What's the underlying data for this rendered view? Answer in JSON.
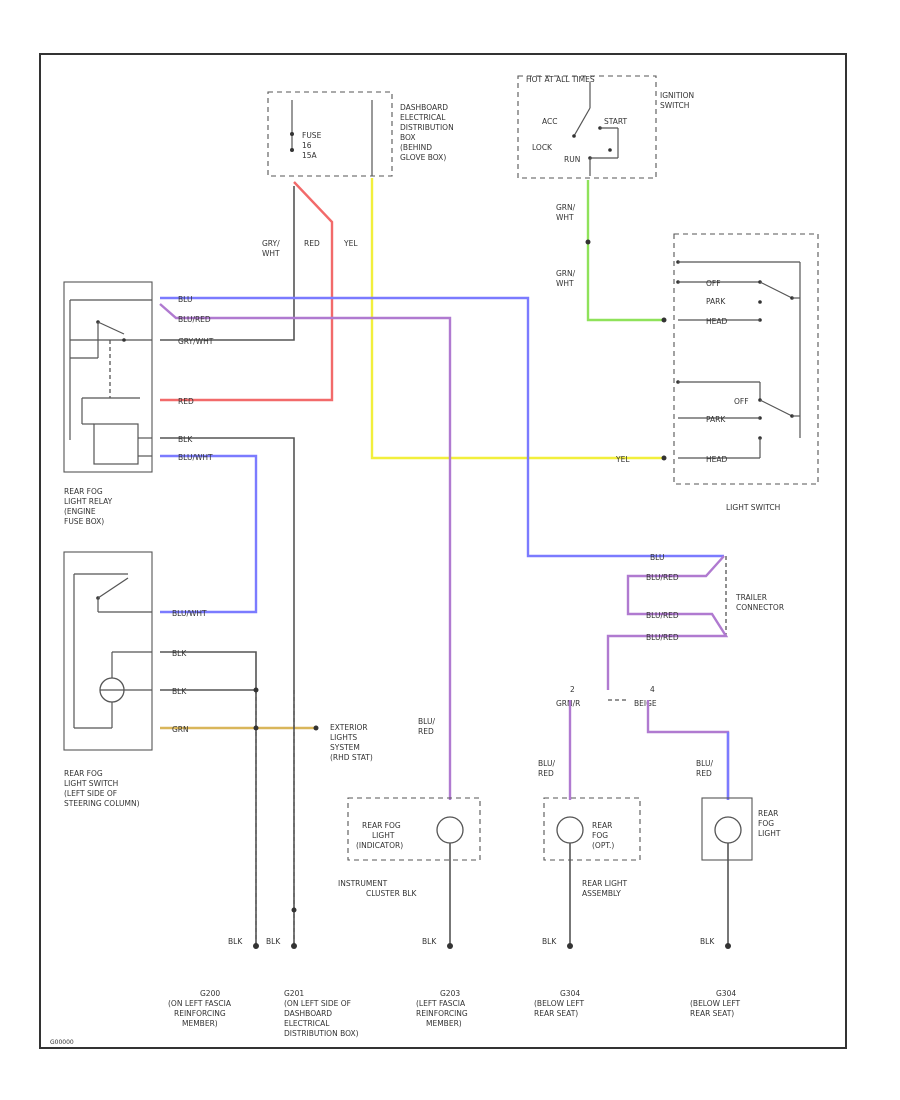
{
  "labels": {
    "dashboard_box": [
      "DASHBOARD",
      "ELECTRICAL",
      "DISTRIBUTION",
      "BOX",
      "(BEHIND",
      "GLOVE BOX)"
    ],
    "fuse": [
      "FUSE",
      "16",
      "15A"
    ],
    "hot_at_all_times": "HOT AT ALL TIMES",
    "ignition_switch": [
      "IGNITION",
      "SWITCH"
    ],
    "ign_pos": [
      "ACC",
      "LOCK",
      "RUN",
      "START"
    ],
    "wire_gry_wht": [
      "GRY/",
      "WHT"
    ],
    "wire_red": "RED",
    "wire_yel": "YEL",
    "wire_grn_wht_1": [
      "GRN/",
      "WHT"
    ],
    "wire_grn_wht_2": [
      "GRN/",
      "WHT"
    ],
    "light_switch_title": "LIGHT SWITCH",
    "ls_positions": [
      "OFF",
      "PARK",
      "HEAD",
      "OFF",
      "PARK",
      "HEAD"
    ],
    "relay_wires": [
      "BLU",
      "BLU/RED",
      "GRY/WHT",
      "RED",
      "BLK",
      "BLU/WHT"
    ],
    "relay_title": [
      "REAR FOG",
      "LIGHT RELAY",
      "(ENGINE",
      "FUSE BOX)"
    ],
    "fog_switch_wires": [
      "BLU/WHT",
      "BLK",
      "BLK",
      "GRN"
    ],
    "fog_switch_title": [
      "REAR FOG",
      "LIGHT SWITCH",
      "(LEFT SIDE OF",
      "STEERING COLUMN)"
    ],
    "exterior_lights": [
      "EXTERIOR",
      "LIGHTS",
      "SYSTEM",
      "(RHD STAT)"
    ],
    "trailer_wires": [
      "BLU",
      "BLU/RED",
      "BLU/RED",
      "BLU/RED"
    ],
    "trailer_title": [
      "TRAILER",
      "CONNECTOR"
    ],
    "conn_pins": [
      "2",
      "4"
    ],
    "conn_wires": [
      "GRN/R",
      "BEIGE"
    ],
    "wire_blu_red_1": [
      "BLU/",
      "RED"
    ],
    "wire_blu_red_2": [
      "BLU/",
      "RED"
    ],
    "wire_blu_red_3": [
      "BLU/",
      "RED"
    ],
    "indicator_title": [
      "REAR FOG",
      "LIGHT",
      "(INDICATOR)"
    ],
    "rear_fog_opt": [
      "REAR",
      "FOG",
      "(OPT.)"
    ],
    "rear_fog_light": [
      "REAR",
      "FOG",
      "LIGHT"
    ],
    "instrument_cluster": [
      "INSTRUMENT",
      "CLUSTER BLK"
    ],
    "rear_light_assembly": [
      "REAR LIGHT",
      "ASSEMBLY"
    ],
    "ground_wires": [
      "BLK",
      "BLK",
      "BLK",
      "BLK",
      "BLK"
    ],
    "grounds": [
      [
        "G200",
        "(ON LEFT FASCIA",
        "REINFORCING",
        "MEMBER)"
      ],
      [
        "G201",
        "(ON LEFT SIDE OF",
        "DASHBOARD",
        "ELECTRICAL",
        "DISTRIBUTION BOX)"
      ],
      [
        "G203",
        "(LEFT FASCIA",
        "REINFORCING",
        "MEMBER)"
      ],
      [
        "G304",
        "(BELOW LEFT",
        "REAR SEAT)"
      ],
      [
        "G304",
        "(BELOW LEFT",
        "REAR SEAT)"
      ]
    ],
    "figure_id": "G00000"
  },
  "colors": {
    "red": "#f26a6a",
    "yellow": "#f2ef3c",
    "blue": "#7b7bff",
    "purple": "#b07ad0",
    "green": "#8fe25a",
    "brown": "#d9b65a",
    "frame": "#333333"
  }
}
